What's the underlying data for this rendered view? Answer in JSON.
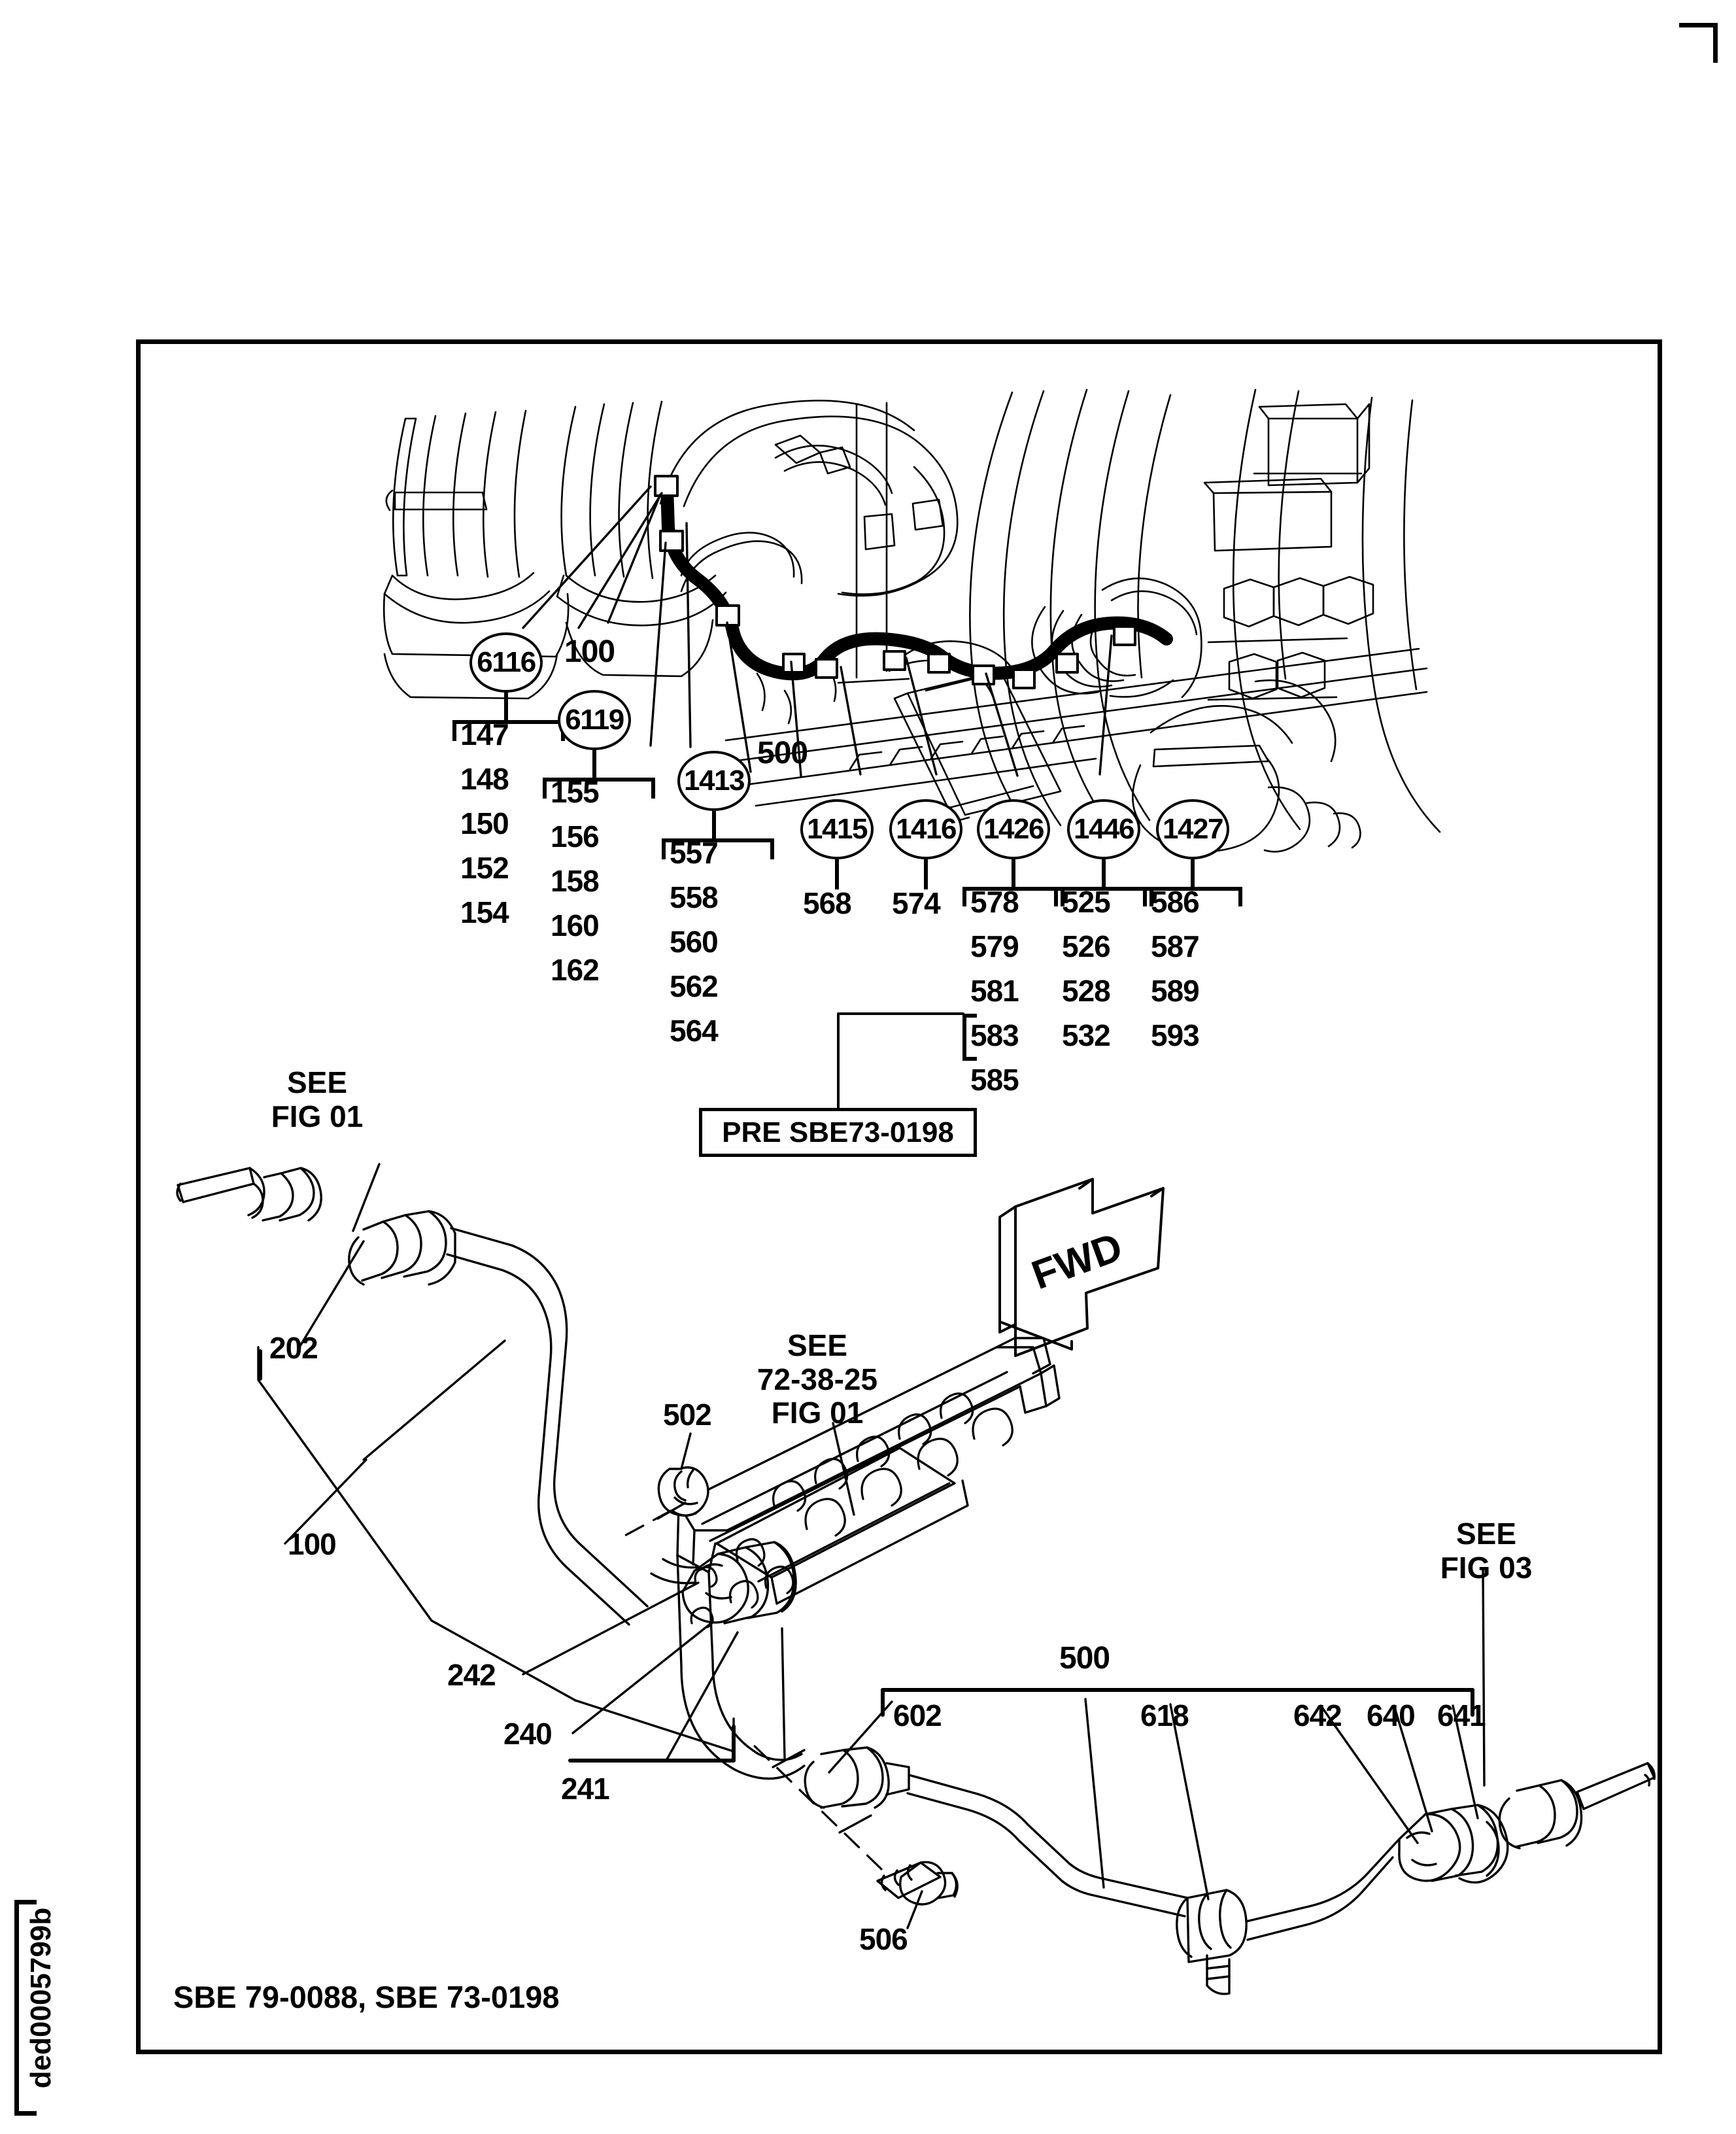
{
  "figure": {
    "code": "ded0005799b",
    "bottom_caption": "SBE 79-0088, SBE 73-0198",
    "note_box": "PRE SBE73-0198",
    "fwd_arrow_label": "FWD"
  },
  "top_view": {
    "plain_label_100": "100",
    "plain_label_500": "500",
    "callouts": [
      {
        "bubble": "6116",
        "items": [
          "147",
          "148",
          "150",
          "152",
          "154"
        ],
        "bracketed_first": true
      },
      {
        "bubble": "6119",
        "items": [
          "155",
          "156",
          "158",
          "160",
          "162"
        ],
        "bracketed_first": true
      },
      {
        "bubble": "1413",
        "items": [
          "557",
          "558",
          "560",
          "562",
          "564"
        ],
        "bracketed_first": true
      },
      {
        "bubble": "1415",
        "items": [
          "568"
        ],
        "bracketed_first": false
      },
      {
        "bubble": "1416",
        "items": [
          "574"
        ],
        "bracketed_first": false
      },
      {
        "bubble": "1426",
        "items": [
          "578",
          "579",
          "581",
          "583",
          "585"
        ],
        "bracketed_first": true
      },
      {
        "bubble": "1446",
        "items": [
          "525",
          "526",
          "528",
          "532"
        ],
        "bracketed_first": true
      },
      {
        "bubble": "1427",
        "items": [
          "586",
          "587",
          "589",
          "593"
        ],
        "bracketed_first": true
      }
    ]
  },
  "lower_left_assembly": {
    "see_ref_line1": "SEE",
    "see_ref_line2": "FIG 01",
    "label_202": "202",
    "label_100": "100",
    "label_242": "242",
    "label_240": "240",
    "label_241": "241"
  },
  "center_assembly": {
    "see_ref_line1": "SEE",
    "see_ref_line2": "72-38-25",
    "see_ref_line3": "FIG 01",
    "label_502": "502",
    "label_506": "506"
  },
  "lower_right_assembly": {
    "group_label_500": "500",
    "label_602": "602",
    "label_618": "618",
    "label_642": "642",
    "label_640": "640",
    "label_641": "641",
    "see_ref_line1": "SEE",
    "see_ref_line2": "FIG 03"
  },
  "colors": {
    "ink": "#000000",
    "paper": "#ffffff"
  }
}
